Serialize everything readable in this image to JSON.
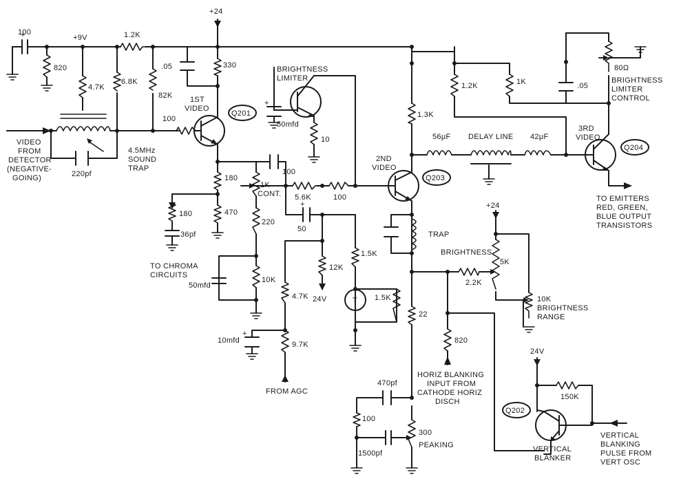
{
  "supply": {
    "plus24_top": "+24",
    "plus9v": "+9V",
    "plus24_brightness": "+24",
    "v24_blanker": "24V",
    "v24_12k": "24V"
  },
  "components": {
    "c100_in": "100",
    "r820_left": "820",
    "r1_2k_top": "1.2K",
    "r4_7k_a": "4.7K",
    "r6_8k": "6.8K",
    "c05_left": ".05",
    "r82k": "82K",
    "r330": "330",
    "r100_base": "100",
    "c220pf": "220pf",
    "r180_a": "180",
    "r470": "470",
    "c100_mid": "100",
    "r180_b": "180",
    "c36pf": "36pf",
    "r220": "220",
    "c50mfd_a": "50mfd",
    "r10k_a": "10K",
    "r5_6k": "5.6K",
    "r100_mid": "100",
    "c50": "50",
    "r12k": "12K",
    "r4_7k_b": "4.7K",
    "c10mfd": "10mfd",
    "r9_7k": "9.7K",
    "r1_5k_a": "1.5K",
    "thermistor": "T",
    "r1_5k_b": "1.5K",
    "c50mfd_b": "50mfd",
    "r10": "10",
    "r1_3k": "1.3K",
    "r1_2k_mid": "1.2K",
    "r1k": "1K",
    "c05_right": ".05",
    "r80": "80Ω",
    "l56": "56μF",
    "l42": "42μF",
    "r22": "22",
    "r2_2k": "2.2K",
    "r5k": "5K",
    "r10k_range": "10K",
    "r820_mid": "820",
    "c470pf": "470pf",
    "r100_low": "100",
    "c1500pf": "1500pf",
    "r300": "300",
    "r150k": "150K"
  },
  "transistors": {
    "q201": "Q201",
    "q202": "Q202",
    "q203": "Q203",
    "q204": "Q204"
  },
  "labels": {
    "video_in": [
      "VIDEO",
      "FROM",
      "DETECTOR",
      "(NEGATIVE-",
      "GOING)"
    ],
    "sound_trap": [
      "4.5MHz",
      "SOUND",
      "TRAP"
    ],
    "first_video": [
      "1ST",
      "VIDEO"
    ],
    "brightness_limiter": [
      "BRIGHTNESS",
      "LIMITER"
    ],
    "contrast": [
      "1K",
      "CONT."
    ],
    "chroma": [
      "TO CHROMA",
      "CIRCUITS"
    ],
    "from_agc": "FROM AGC",
    "second_video": [
      "2ND",
      "VIDEO"
    ],
    "delay_line": "DELAY LINE",
    "trap": "TRAP",
    "third_video": [
      "3RD",
      "VIDEO"
    ],
    "limiter_control": [
      "BRIGHTNESS",
      "LIMITER",
      "CONTROL"
    ],
    "to_emitters": [
      "TO EMITTERS",
      "RED, GREEN,",
      "BLUE OUTPUT",
      "TRANSISTORS"
    ],
    "brightness": "BRIGHTNESS",
    "brightness_range": [
      "BRIGHTNESS",
      "RANGE"
    ],
    "horiz_blanking": [
      "HORIZ BLANKING",
      "INPUT FROM",
      "CATHODE HORIZ",
      "DISCH"
    ],
    "peaking": "PEAKING",
    "vertical_blanker": [
      "VERTICAL",
      "BLANKER"
    ],
    "vertical_pulse": [
      "VERTICAL",
      "BLANKING",
      "PULSE FROM",
      "VERT OSC"
    ]
  }
}
